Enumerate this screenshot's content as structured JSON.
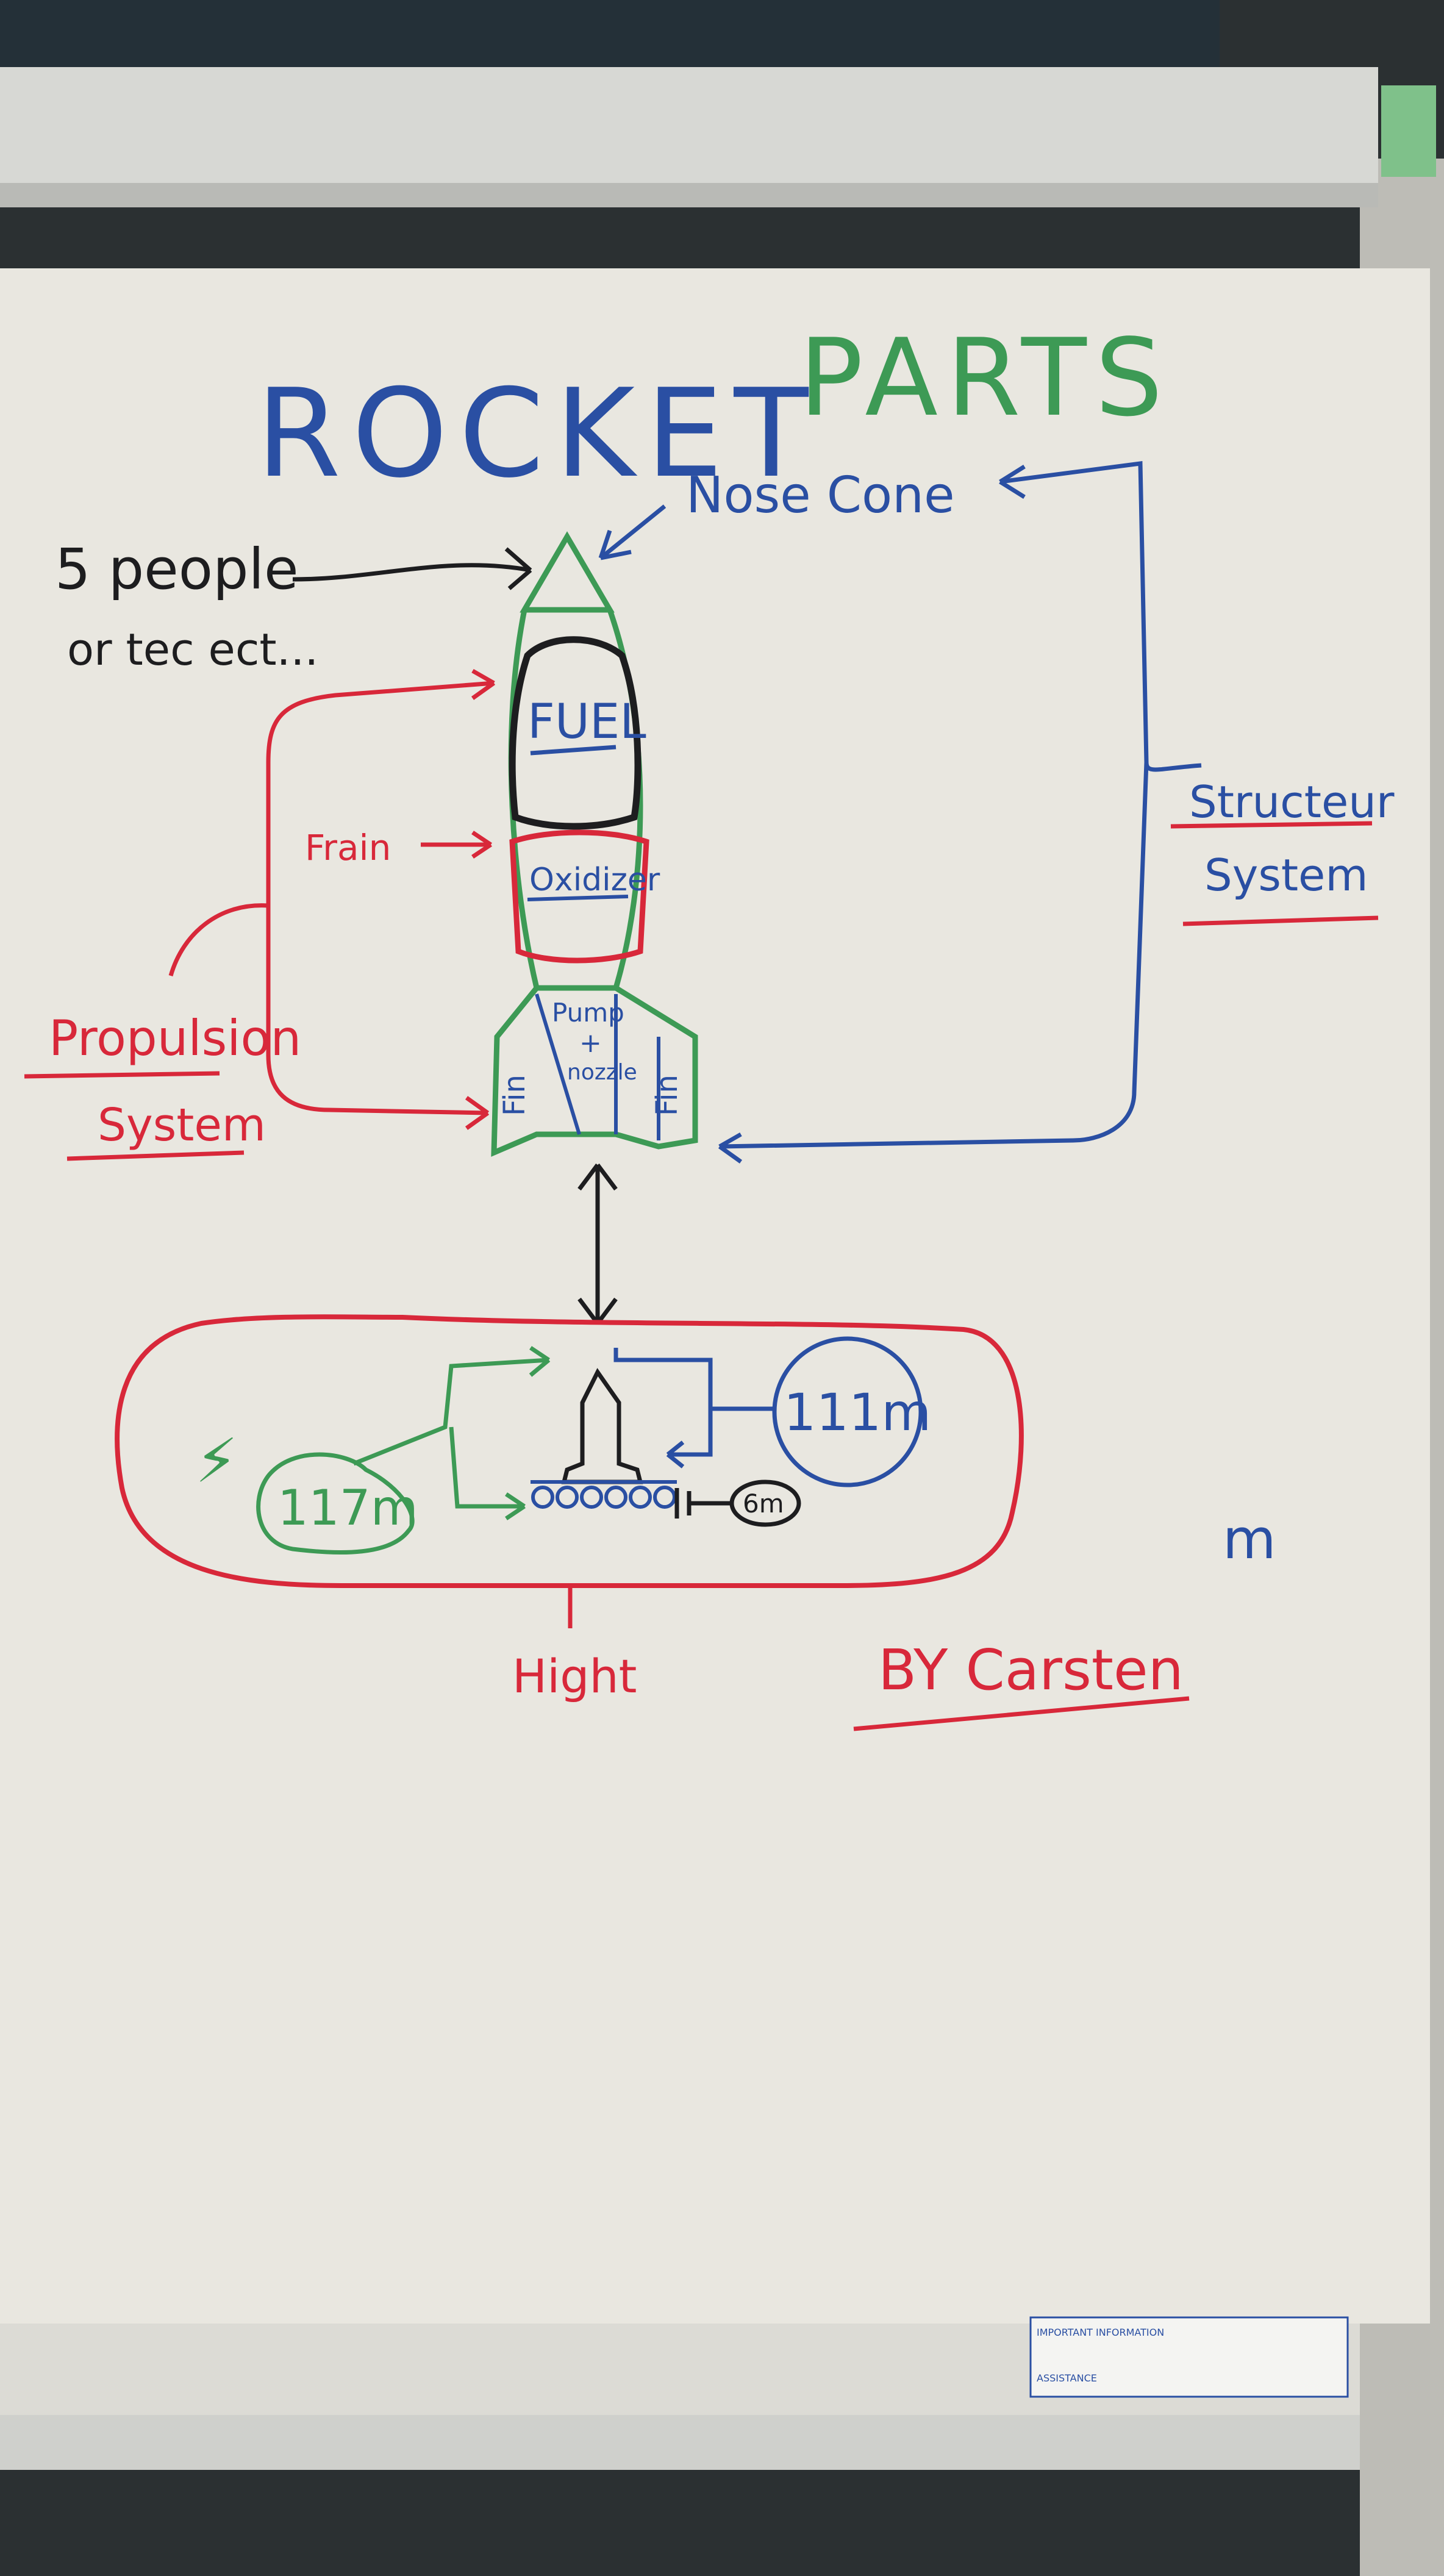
{
  "colors": {
    "blue": "#2a4fa3",
    "green": "#3d9a55",
    "red": "#d8283a",
    "black": "#1d1d1f",
    "paper": "#e9e7e0",
    "board": "#2b3032",
    "rail": "#d7d8d4"
  },
  "poster": {
    "title_part1": "ROCKET",
    "title_part2": "PARTS",
    "nose_cone": "Nose Cone",
    "people_line1": "5 people",
    "people_line2": "or tec ect...",
    "fuel": "FUEL",
    "oxidizer": "Oxidizer",
    "frain": "Frain",
    "pump_line1": "Pump",
    "pump_line2": "+",
    "pump_line3": "nozzle",
    "fin_left": "Fin",
    "fin_right": "Fin",
    "propulsion_line1": "Propulsion",
    "propulsion_line2": "System",
    "structure_line1": "Structeur",
    "structure_line2": "System",
    "mass_left": "117m",
    "mass_right": "111m",
    "mass_small": "6m",
    "hight": "Hight",
    "signature": "BY Carsten",
    "initial": "m"
  },
  "label_sheet": {
    "line1": "IMPORTANT INFORMATION",
    "line2": "ASSISTANCE"
  }
}
